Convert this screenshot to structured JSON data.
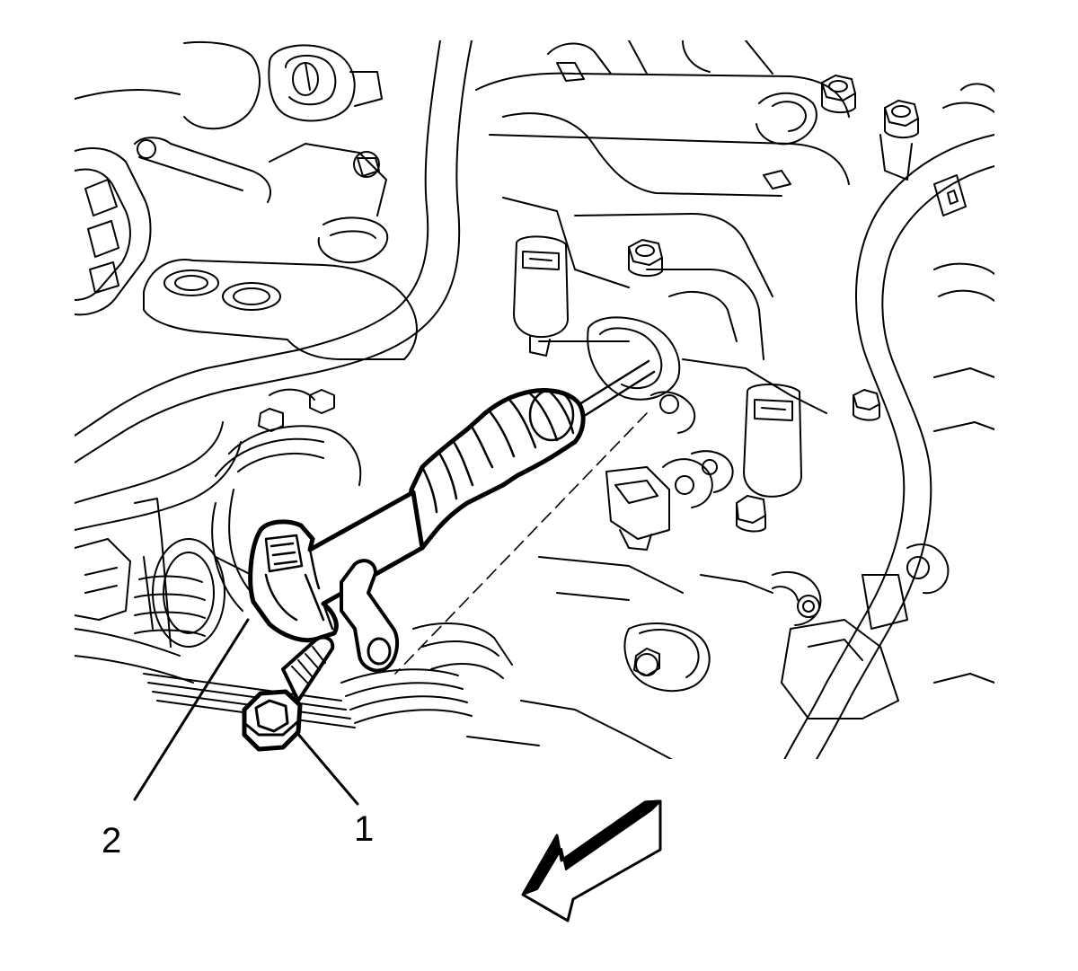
{
  "callouts": [
    {
      "id": "1",
      "label": "1",
      "part": "bolt"
    },
    {
      "id": "2",
      "label": "2",
      "part": "camshaft-position-actuator-solenoid-valve"
    }
  ],
  "icons": {
    "direction_arrow": "front-direction-arrow-icon"
  },
  "colors": {
    "line": "#000000",
    "background": "#ffffff"
  }
}
